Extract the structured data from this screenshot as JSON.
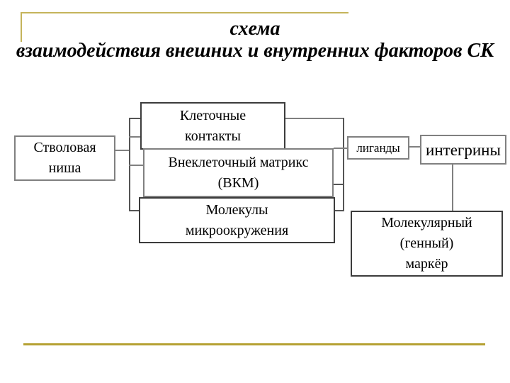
{
  "slide_title": {
    "line1": "схема",
    "line2": "взаимодействия внешних и внутренних факторов СК"
  },
  "colors": {
    "text": "#000000",
    "gold_top": "#c5b45b",
    "gold_bottom": "#b5a133",
    "border_dark": "#3c3c3c",
    "border_gray": "#808080",
    "connector_gray": "#808080",
    "connector_dark": "#555555"
  },
  "diagram": {
    "stem_niche": {
      "line1": "Стволовая",
      "line2": "ниша"
    },
    "cell_contacts": {
      "line1": "Клеточные",
      "line2": "контакты"
    },
    "extracellular_matrix": {
      "line1": "Внеклеточный матрикс",
      "line2": "(ВКМ)"
    },
    "microenvironment_molecules": {
      "line1": "Молекулы",
      "line2": "микроокружения"
    },
    "ligands": {
      "label": "лиганды"
    },
    "integrins": {
      "label": "интегрины"
    },
    "molecular_marker": {
      "line1": "Молекулярный",
      "line2": "(генный)",
      "line3": "маркёр"
    }
  }
}
